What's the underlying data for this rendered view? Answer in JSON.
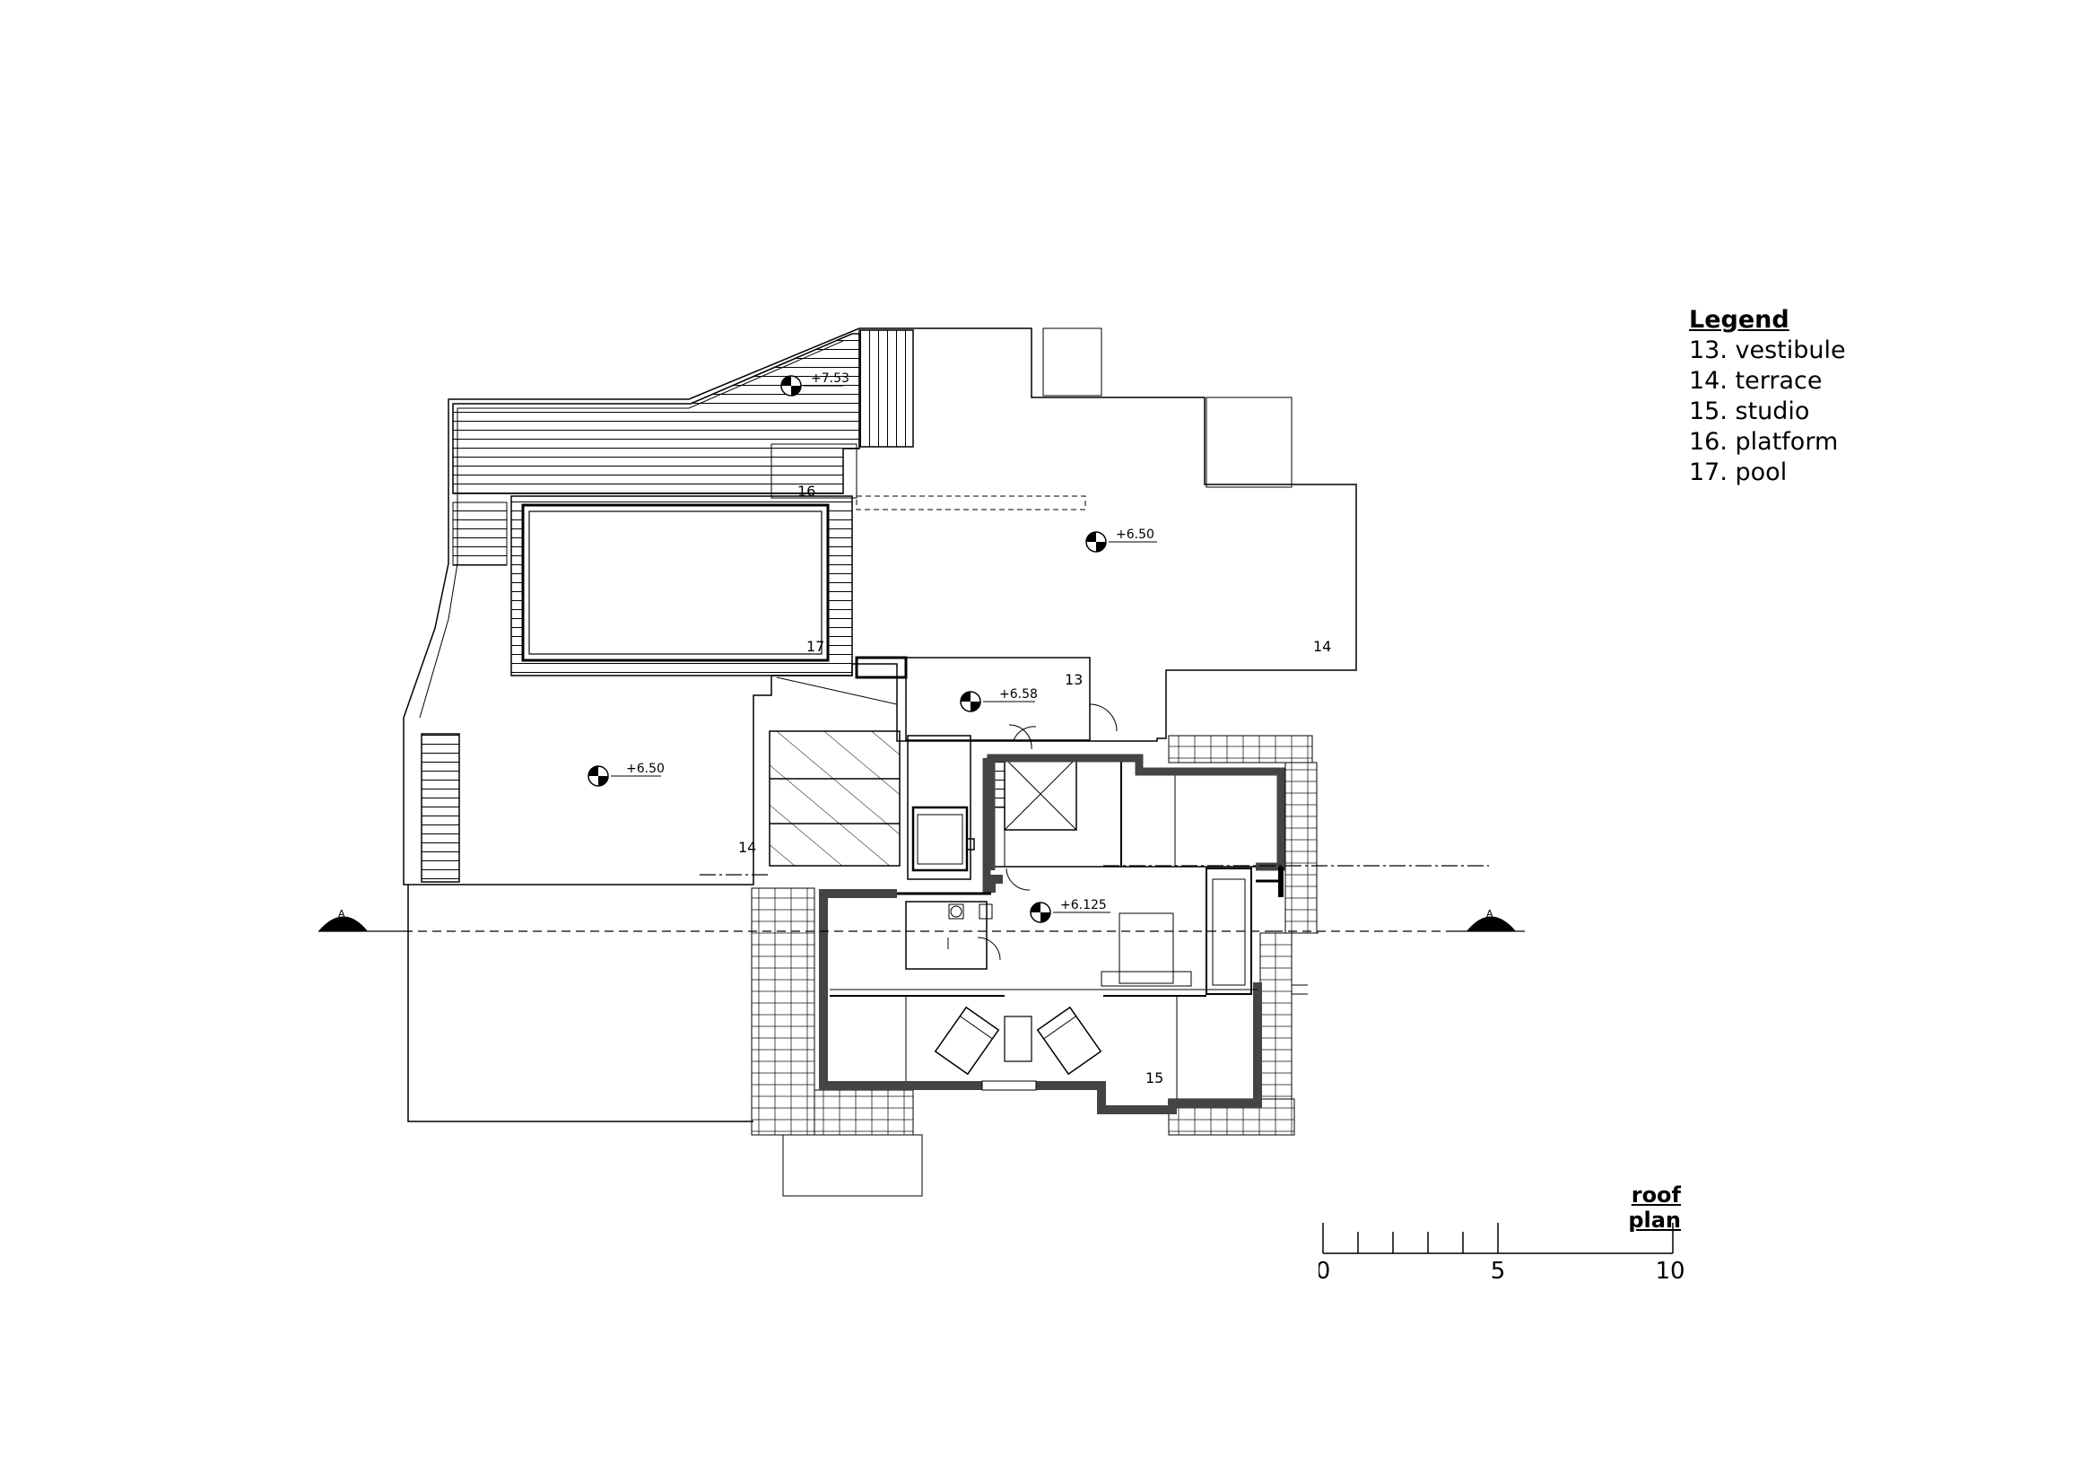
{
  "legend": {
    "title": "Legend",
    "items": [
      "13. vestibule",
      "14. terrace",
      "15. studio",
      "16. platform",
      "17. pool"
    ]
  },
  "plan_title": "roof plan",
  "scale": {
    "ticks": [
      "0",
      "5",
      "10"
    ]
  },
  "room_tags": {
    "vestibule": "13",
    "terrace_right": "14",
    "terrace_left": "14",
    "studio": "15",
    "platform": "16",
    "pool": "17"
  },
  "levels": {
    "deck": "+7.53",
    "terrace_right": "+6.50",
    "vestibule": "+6.58",
    "terrace_left": "+6.50",
    "studio": "+6.125"
  },
  "section_marks": {
    "left": "A",
    "right": "A"
  }
}
